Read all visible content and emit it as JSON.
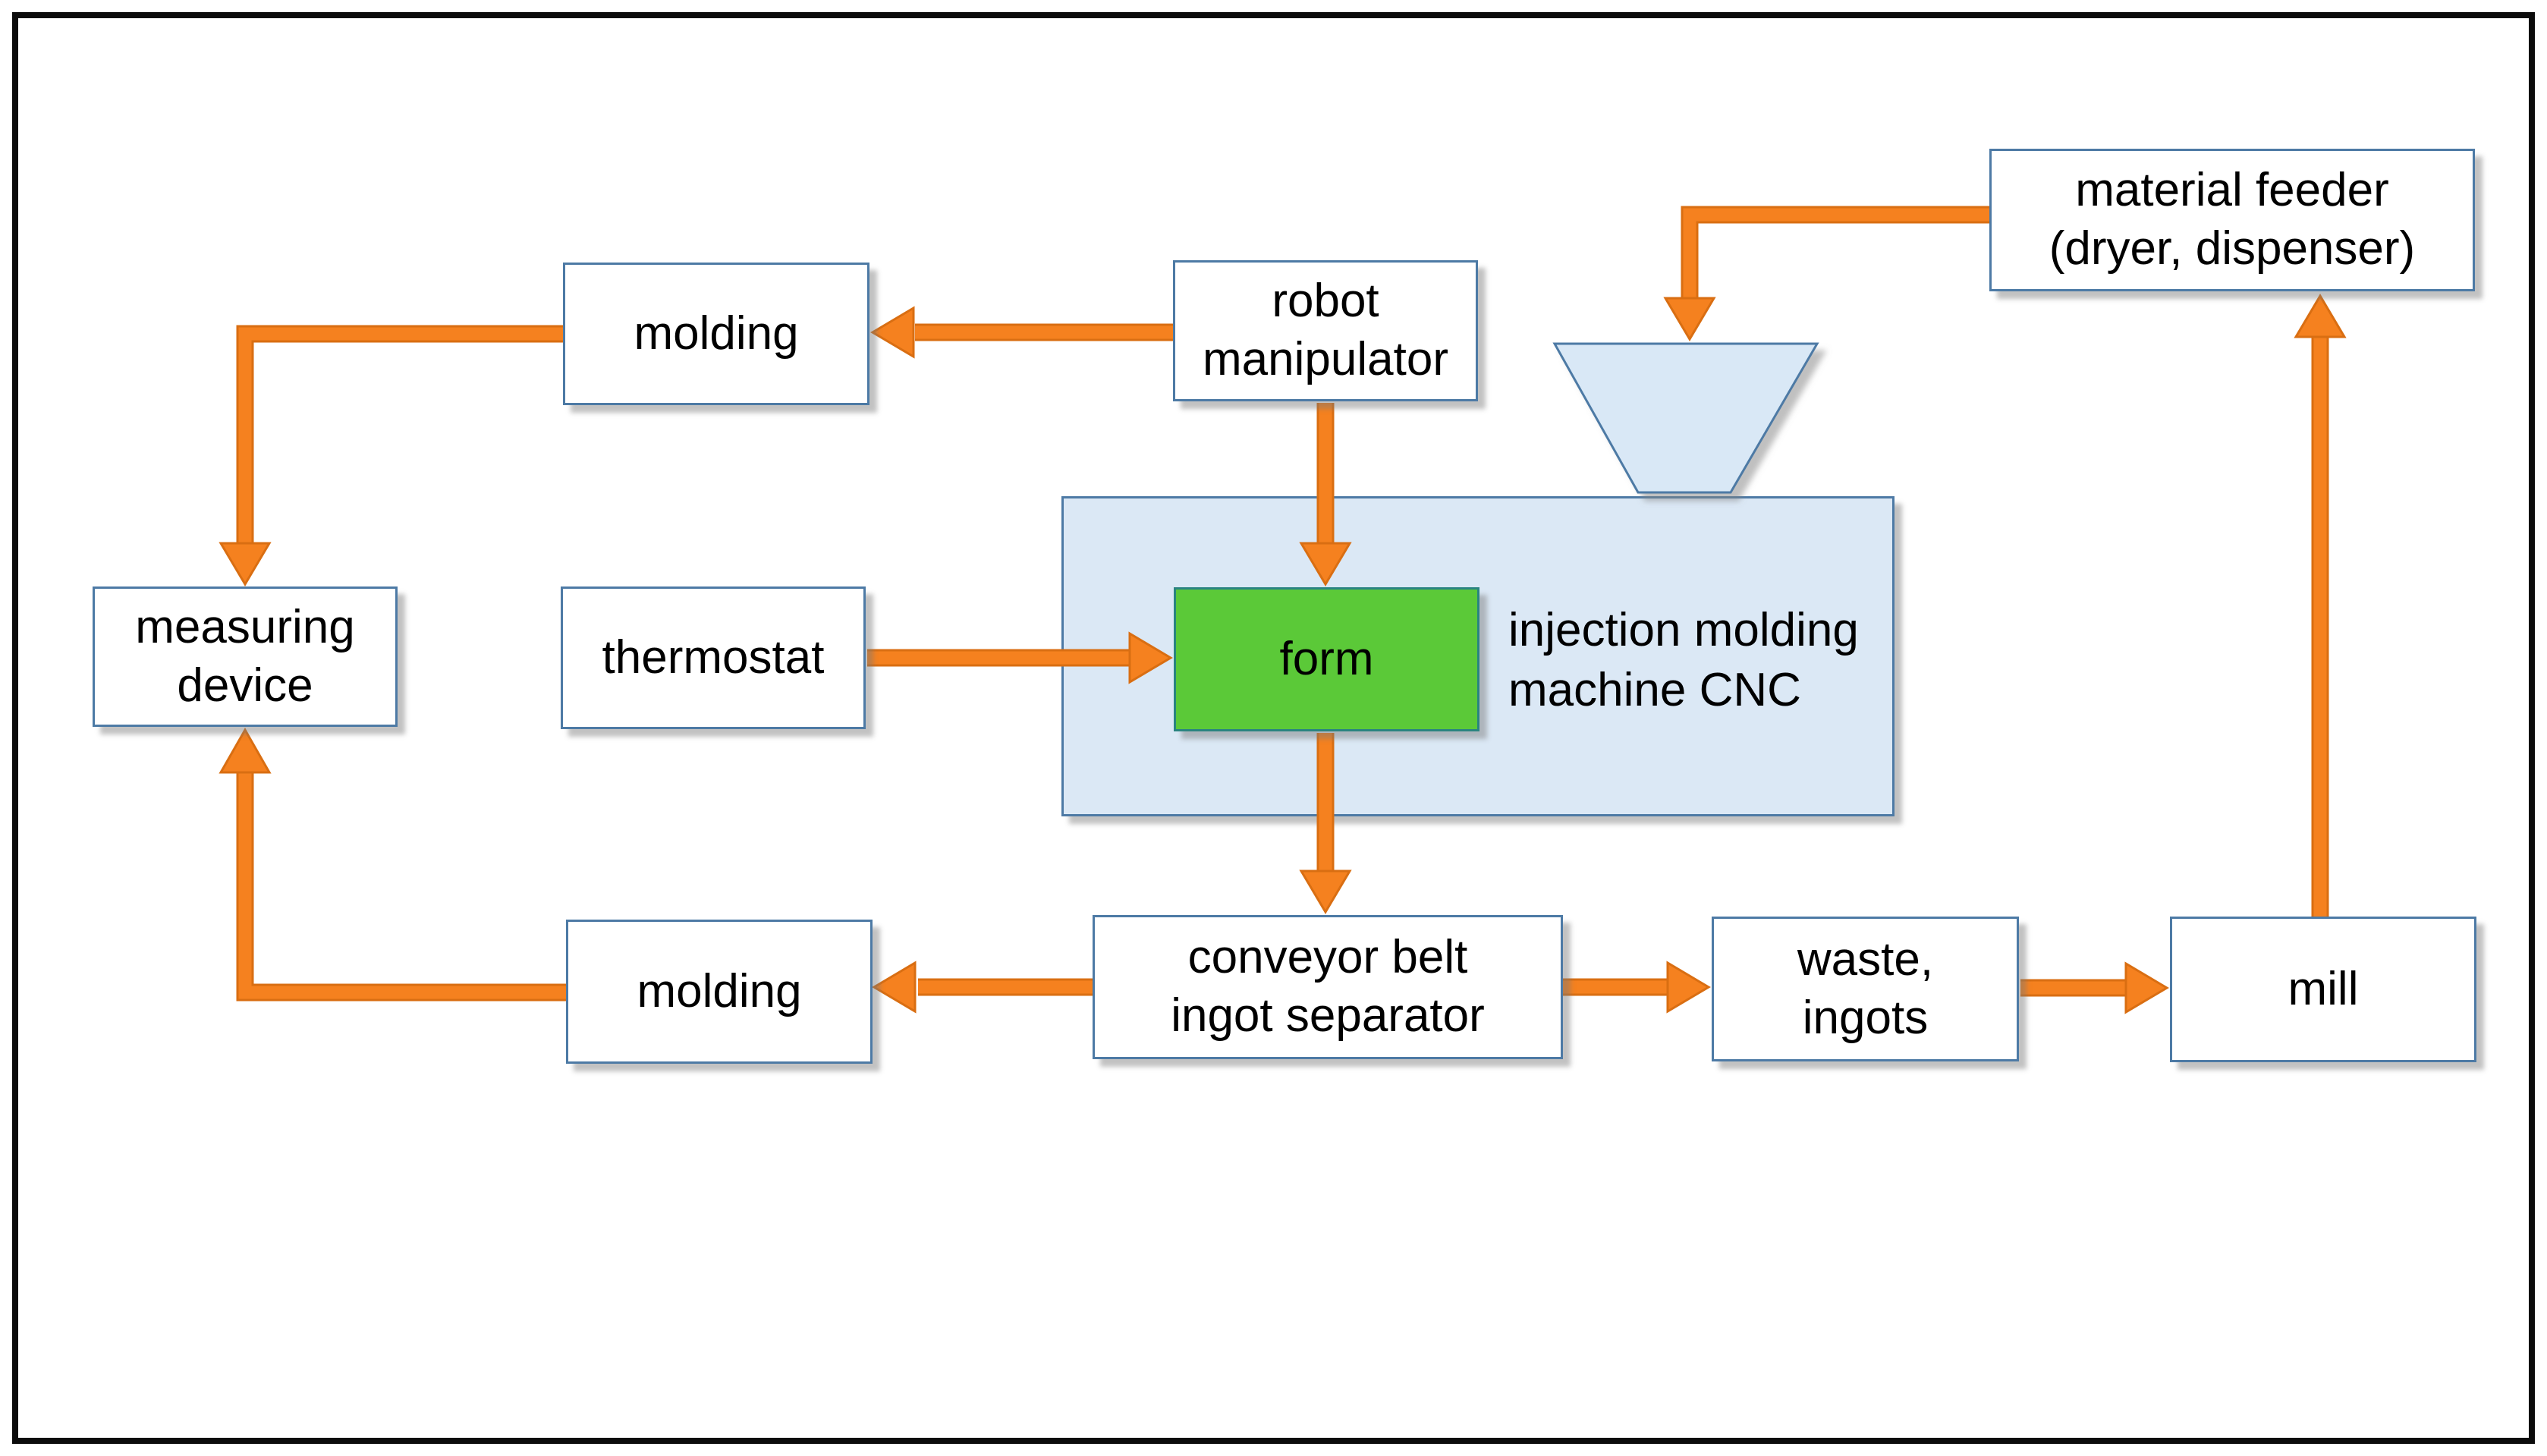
{
  "colors": {
    "accent_orange": "#f5811f",
    "arrow_outline": "#d96e12",
    "box_border": "#4d7aa5",
    "box_fill": "#ffffff",
    "machine_fill": "#dbe8f5",
    "funnel_fill": "#d9e8f6",
    "form_fill": "#5bc938",
    "form_border": "#2a8480",
    "frame_color": "#0c0c0c",
    "text_color": "#000000"
  },
  "nodes": {
    "molding_top": {
      "label": "molding"
    },
    "robot_manipulator": {
      "label": "robot\nmanipulator"
    },
    "material_feeder": {
      "label": "material feeder\n(dryer, dispenser)"
    },
    "measuring_device": {
      "label": "measuring\ndevice"
    },
    "thermostat": {
      "label": "thermostat"
    },
    "form": {
      "label": "form"
    },
    "machine": {
      "label": "injection molding\nmachine CNC"
    },
    "molding_bottom": {
      "label": "molding"
    },
    "conveyor": {
      "label": "conveyor belt\ningot separator"
    },
    "waste": {
      "label": "waste,\ningots"
    },
    "mill": {
      "label": "mill"
    }
  },
  "edges": [
    {
      "from": "material feeder (dryer, dispenser)",
      "to": "injection molding machine CNC (hopper)"
    },
    {
      "from": "robot manipulator",
      "to": "molding (top)"
    },
    {
      "from": "robot manipulator",
      "to": "form"
    },
    {
      "from": "molding (top)",
      "to": "measuring device"
    },
    {
      "from": "thermostat",
      "to": "form"
    },
    {
      "from": "form",
      "to": "conveyor belt ingot separator"
    },
    {
      "from": "conveyor belt ingot separator",
      "to": "molding (bottom)"
    },
    {
      "from": "molding (bottom)",
      "to": "measuring device"
    },
    {
      "from": "conveyor belt ingot separator",
      "to": "waste, ingots"
    },
    {
      "from": "waste, ingots",
      "to": "mill"
    },
    {
      "from": "mill",
      "to": "material feeder (dryer, dispenser)"
    }
  ]
}
